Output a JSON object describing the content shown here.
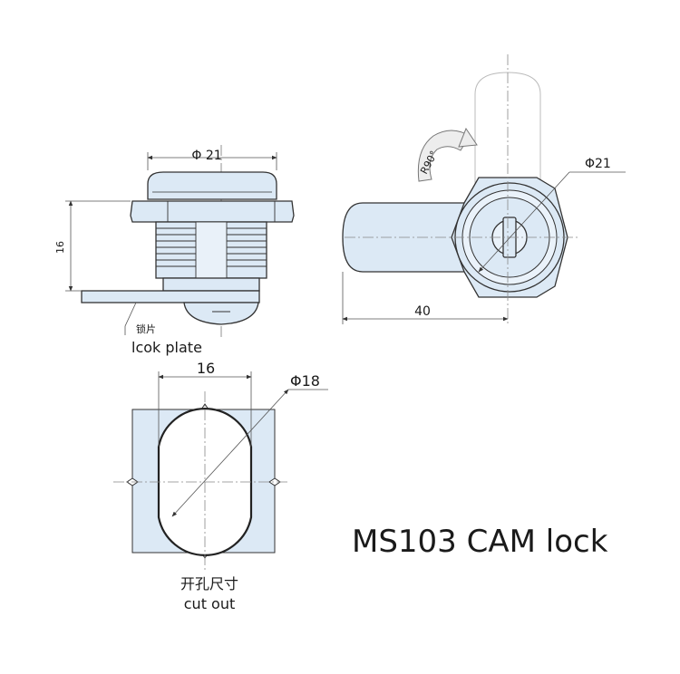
{
  "side_view": {
    "dim_diameter": "Φ 21",
    "dim_height": "16",
    "plate_label_cn": "锁片",
    "plate_label_en": "lcok plate"
  },
  "front_view": {
    "dim_diameter": "Φ21",
    "dim_length": "40",
    "rotation_label": "R90°"
  },
  "cutout_view": {
    "dim_width": "16",
    "dim_diameter": "Φ18",
    "label_cn": "开孔尺寸",
    "label_en": "cut out"
  },
  "product_title": "MS103 CAM lock",
  "colors": {
    "part_fill": "#dce9f5",
    "line": "#333333",
    "dim_line": "#555555"
  }
}
